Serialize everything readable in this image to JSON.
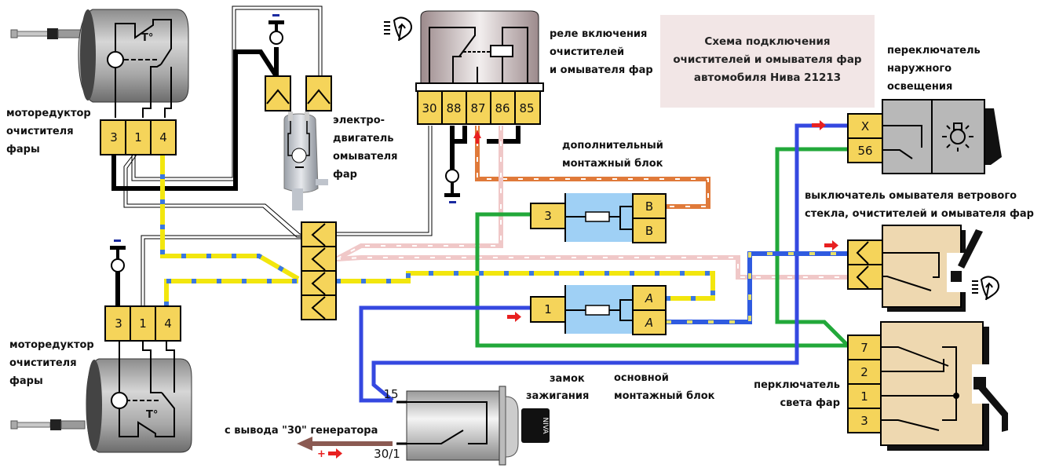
{
  "title": {
    "lines": [
      "Схема подключения",
      "очистителей и омывателя фар",
      "автомобиля Нива 21213"
    ]
  },
  "colors": {
    "connector_fill": "#f5d45a",
    "fuse_block_fill": "#9fd0f5",
    "switch_body_fill": "#eed8b0",
    "wire_black": "#000000",
    "wire_blue": "#3548e0",
    "wire_green": "#22a83a",
    "wire_yellow": "#f2e60e",
    "wire_yellow_blue_stripe": "#3b78e0",
    "wire_orange": "#e07a3a",
    "wire_pink": "#f0c8c8",
    "wire_brown": "#8b5a52",
    "arrow_red": "#e82020",
    "title_bg": "#f2e6e6"
  },
  "labels": {
    "motor_top": [
      "моторедуктор",
      "очистителя",
      "фары"
    ],
    "motor_bottom": [
      "моторедуктор",
      "очистителя",
      "фары"
    ],
    "washer_motor": [
      "электро-",
      "двигатель",
      "омывателя",
      "фар"
    ],
    "relay": [
      "реле включения",
      "очистителей",
      "и омывателя фар"
    ],
    "outer_light_switch": [
      "переключатель",
      "наружного",
      "освещения"
    ],
    "extra_block": [
      "дополнительный",
      "монтажный блок"
    ],
    "washer_switch": [
      "выключатель омывателя ветрового",
      "стекла, очистителей и омывателя фар"
    ],
    "main_block": [
      "основной",
      "монтажный блок"
    ],
    "ignition": [
      "замок",
      "зажигания"
    ],
    "headlight_switch": [
      "перключатель",
      "света фар"
    ],
    "generator": "с вывода \"30\" генератора",
    "ground_sign": "−",
    "plus_sign": "+",
    "ignition_key_brand": "NIVA"
  },
  "pins": {
    "motor_top": [
      "3",
      "1",
      "4"
    ],
    "motor_bottom": [
      "3",
      "1",
      "4"
    ],
    "relay": [
      "30",
      "88",
      "87",
      "86",
      "85"
    ],
    "outer_light_switch": [
      "X",
      "56"
    ],
    "extra_block_in": "3",
    "extra_block_out": [
      "B",
      "B"
    ],
    "main_block_in": "1",
    "main_block_out": [
      "A",
      "A"
    ],
    "headlight_switch": [
      "7",
      "2",
      "1",
      "3"
    ],
    "ignition": [
      "15",
      "30/1"
    ]
  },
  "components": {
    "motor_top": "wiper-gear-motor",
    "motor_bottom": "wiper-gear-motor",
    "washer_motor": "washer-pump-motor",
    "relay": "relay",
    "central_connector": "4-pin-connector",
    "extra_block": "fuse-block",
    "main_block": "fuse-block",
    "outer_light_switch": "light-switch",
    "washer_switch": "stalk-switch",
    "headlight_switch": "stalk-switch",
    "ignition": "ignition-lock"
  }
}
